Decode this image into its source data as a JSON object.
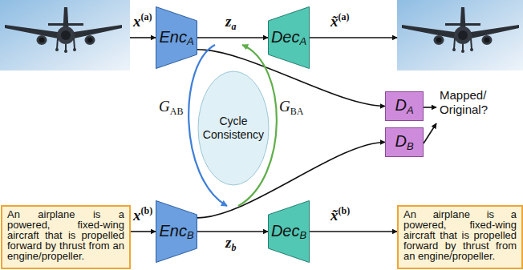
{
  "diagram": {
    "nodes": [
      {
        "text": [
          "Enc",
          "A"
        ]
      },
      {
        "text": [
          "Dec",
          "A"
        ]
      },
      {
        "text": [
          "D",
          "A"
        ]
      },
      {
        "text": [
          "D",
          "B"
        ]
      },
      {
        "text": [
          "Cycle Consistency"
        ]
      },
      {
        "text": [
          "An airplane is a powered, fixed-wing aircraft that is propelled forward by thrust from an engine/propeller."
        ]
      },
      {
        "text": [
          "Enc",
          "B"
        ]
      },
      {
        "text": [
          "Dec",
          "B"
        ]
      },
      {
        "text": [
          "An airplane is a powered, fixed-wing aircraft that is propelled forward by thrust from an engine/propeller."
        ]
      }
    ],
    "edges": [
      {
        "from": 0,
        "to": 1,
        "arrow": "to"
      },
      {
        "from": 0,
        "to": 2,
        "arrow": "to"
      },
      {
        "from": 6,
        "to": 3,
        "arrow": "to"
      },
      {
        "from": 5,
        "to": 6,
        "arrow": "to"
      },
      {
        "from": 6,
        "to": 7,
        "arrow": "to"
      },
      {
        "from": 7,
        "to": 8,
        "arrow": "to"
      }
    ],
    "labels": [
      "x",
      "(a)",
      "z",
      "a",
      "x̃",
      "(a)",
      "G",
      "AB",
      "G",
      "BA",
      "Mapped/ Original?",
      "x",
      "(b)",
      "z",
      "b",
      "x̃",
      "(b)"
    ]
  }
}
